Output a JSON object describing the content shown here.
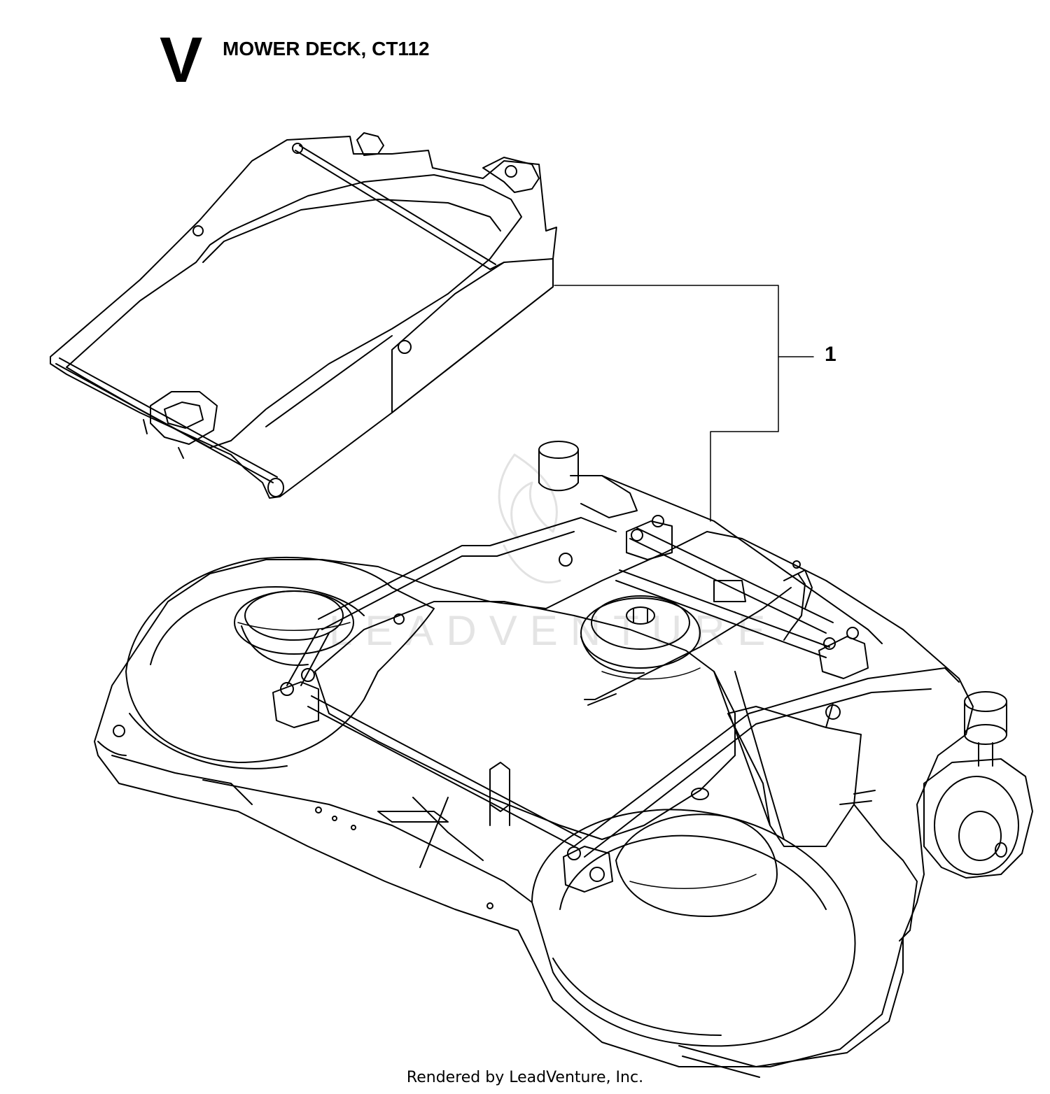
{
  "header": {
    "section_letter": "V",
    "title": "MOWER DECK, CT112"
  },
  "callouts": [
    {
      "number": "1"
    }
  ],
  "watermark": {
    "text": "LEADVENTURE"
  },
  "footer": {
    "credit": "Rendered by LeadVenture, Inc."
  },
  "colors": {
    "line": "#000000",
    "background": "#ffffff",
    "watermark": "#e4e4e4"
  }
}
